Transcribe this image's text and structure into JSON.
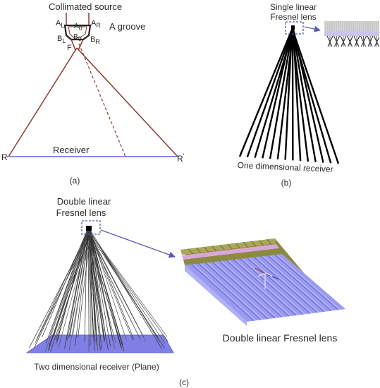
{
  "panel_a": {
    "title": "Collimated source",
    "groove_label": "A groove",
    "receiver_label": "Receiver",
    "point_AL": "A",
    "point_AL_sub": "L",
    "point_A0": "A",
    "point_A0_sub": "0",
    "point_AR": "A",
    "point_AR_sub": "R",
    "point_BL": "B",
    "point_BL_sub": "L",
    "point_B0": "B",
    "point_B0_sub": "0",
    "point_BR": "B",
    "point_BR_sub": "R",
    "point_F": "F",
    "point_R_left": "R",
    "point_R_right": "R",
    "prime": "'",
    "caption": "(a)",
    "colors": {
      "ray": "#8b3a2e",
      "receiver": "#8888dd"
    }
  },
  "panel_b": {
    "title_line1": "Single linear",
    "title_line2": "Fresnel lens",
    "receiver_label": "One dimensional receiver",
    "caption": "(b)",
    "colors": {
      "rays": "#000000",
      "inset_band": "#c9c4f0"
    }
  },
  "panel_c": {
    "title_line1": "Double linear",
    "title_line2": "Fresnel lens",
    "receiver_label": "Two dimensional receiver (Plane)",
    "lens_label": "Double linear Fresnel lens",
    "caption": "(c)",
    "colors": {
      "plane": "#7f7fe6",
      "lens_blue": "#9a9af0",
      "lens_olive": "#8c8a3e",
      "lens_pink": "#d8a6d8"
    }
  }
}
